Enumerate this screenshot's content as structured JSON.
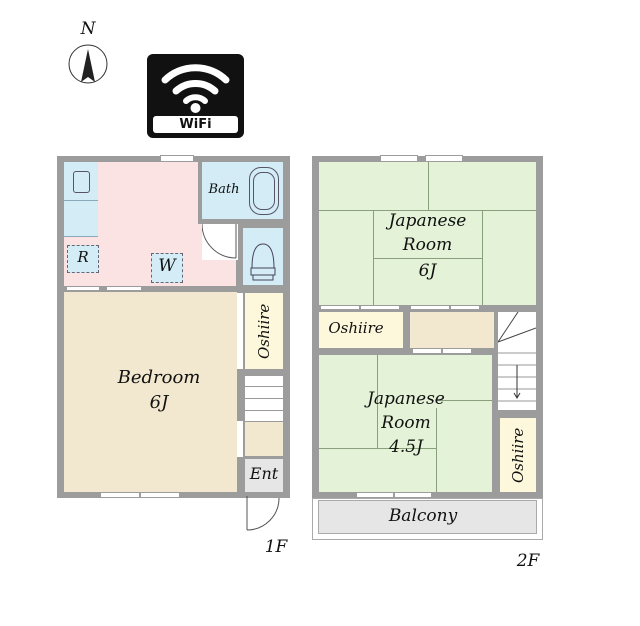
{
  "compass": {
    "label": "N"
  },
  "wifi": {
    "label": "WiFi"
  },
  "floor1": {
    "label": "1F",
    "rooms": {
      "bath": "Bath",
      "refrigerator": "R",
      "washer": "W",
      "bedroom_name": "Bedroom",
      "bedroom_size": "6J",
      "oshiire": "Oshiire",
      "entrance": "Ent"
    }
  },
  "floor2": {
    "label": "2F",
    "rooms": {
      "japanese_room_1_line1": "Japanese",
      "japanese_room_1_line2": "Room",
      "japanese_room_1_size": "6J",
      "oshiire_1": "Oshiire",
      "japanese_room_2_line1": "Japanese",
      "japanese_room_2_line2": "Room",
      "japanese_room_2_size": "4.5J",
      "oshiire_2": "Oshiire",
      "balcony": "Balcony"
    }
  },
  "colors": {
    "wall": "#9c9c9c",
    "kitchen": "#fbe3e4",
    "wet_area": "#d3ecf5",
    "bedroom": "#f2e8d0",
    "tatami": "#e4f2d8",
    "oshiire": "#fdf8dc",
    "balcony": "#e6e6e6"
  }
}
